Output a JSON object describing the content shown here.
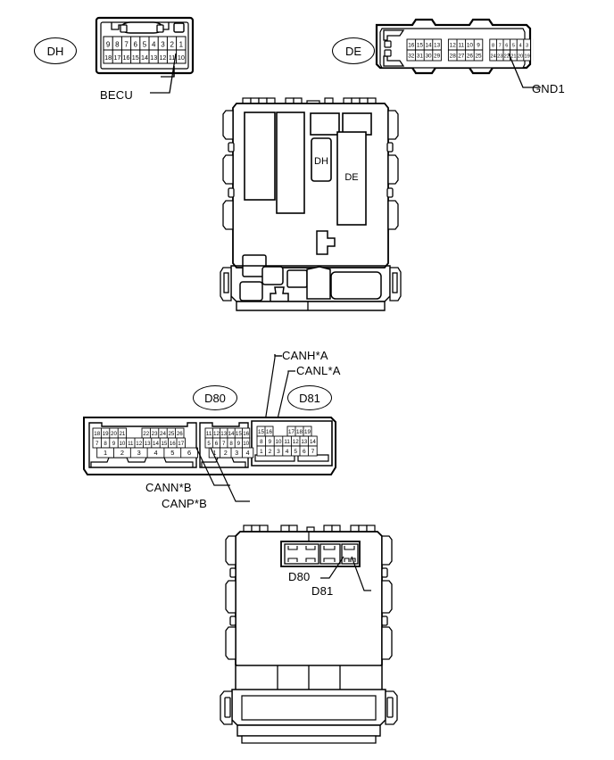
{
  "diagram": {
    "title": "ECU connector pin layout diagram",
    "line_color": "#000000",
    "fill_color": "#ffffff"
  },
  "top_section": {
    "connectors": [
      {
        "id": "DH",
        "oval_label": "DH",
        "callouts": [
          {
            "text": "BECU",
            "target_pin": "12"
          }
        ],
        "rows": [
          {
            "name": "upper",
            "pins": [
              "9",
              "8",
              "7",
              "6",
              "5",
              "4",
              "3",
              "2",
              "1"
            ]
          },
          {
            "name": "lower",
            "pins": [
              "18",
              "17",
              "16",
              "15",
              "14",
              "13",
              "12",
              "11",
              "10"
            ]
          }
        ]
      },
      {
        "id": "DE",
        "oval_label": "DE",
        "callouts": [
          {
            "text": "GND1",
            "target_pin": "17"
          }
        ],
        "groups": [
          {
            "upper": [
              "16",
              "15",
              "14",
              "13"
            ],
            "lower": [
              "32",
              "31",
              "30",
              "29"
            ]
          },
          {
            "upper": [
              "12",
              "11",
              "10",
              "9"
            ],
            "lower": [
              "28",
              "27",
              "26",
              "25"
            ]
          },
          {
            "upper": [
              "8",
              "7",
              "6",
              "5",
              "4",
              "3"
            ],
            "lower": [
              "24",
              "23",
              "22",
              "21",
              "20",
              "19"
            ]
          },
          {
            "upper": [
              "2",
              "1"
            ],
            "lower": [
              "18",
              "17"
            ]
          }
        ]
      }
    ],
    "ecu_body": {
      "name": "upper-ecu-body",
      "port_labels": [
        "DH",
        "DE"
      ]
    }
  },
  "bottom_section": {
    "connector_block": {
      "oval_labels": [
        "D80",
        "D81"
      ],
      "callouts": [
        {
          "text": "CANH*A",
          "target_pin": "15",
          "section": "D81"
        },
        {
          "text": "CANL*A",
          "target_pin": "16",
          "section": "D81"
        },
        {
          "text": "CANN*B",
          "target_pin": "3",
          "section": "D80-right"
        },
        {
          "text": "CANP*B",
          "target_pin": "4",
          "section": "D80-right"
        }
      ],
      "sections": [
        {
          "name": "d80-left",
          "rows": [
            {
              "name": "upper-a",
              "pins": [
                "18",
                "19",
                "20",
                "21"
              ]
            },
            {
              "name": "upper-b",
              "pins": [
                "22",
                "23",
                "24",
                "25",
                "26"
              ]
            },
            {
              "name": "middle",
              "pins": [
                "7",
                "8",
                "9",
                "10",
                "11",
                "12",
                "13",
                "14",
                "15",
                "16",
                "17"
              ]
            },
            {
              "name": "lower",
              "pins": [
                "1",
                "2",
                "3",
                "4",
                "5",
                "6"
              ]
            }
          ]
        },
        {
          "name": "d80-right",
          "rows": [
            {
              "name": "upper",
              "pins": [
                "11",
                "12",
                "13",
                "14",
                "15",
                "16"
              ]
            },
            {
              "name": "middle",
              "pins": [
                "5",
                "6",
                "7",
                "8",
                "9",
                "10"
              ]
            },
            {
              "name": "lower",
              "pins": [
                "1",
                "2",
                "3",
                "4"
              ]
            }
          ]
        },
        {
          "name": "d81",
          "rows": [
            {
              "name": "upper-a",
              "pins": [
                "15",
                "16"
              ]
            },
            {
              "name": "upper-b",
              "pins": [
                "17",
                "18",
                "19"
              ]
            },
            {
              "name": "middle",
              "pins": [
                "8",
                "9",
                "10",
                "11",
                "12",
                "13",
                "14"
              ]
            },
            {
              "name": "lower",
              "pins": [
                "1",
                "2",
                "3",
                "4",
                "5",
                "6",
                "7"
              ]
            }
          ]
        }
      ]
    },
    "ecu_body": {
      "name": "lower-ecu-body",
      "callouts": [
        {
          "text": "D80",
          "target": "left-port"
        },
        {
          "text": "D81",
          "target": "right-port"
        }
      ]
    }
  }
}
